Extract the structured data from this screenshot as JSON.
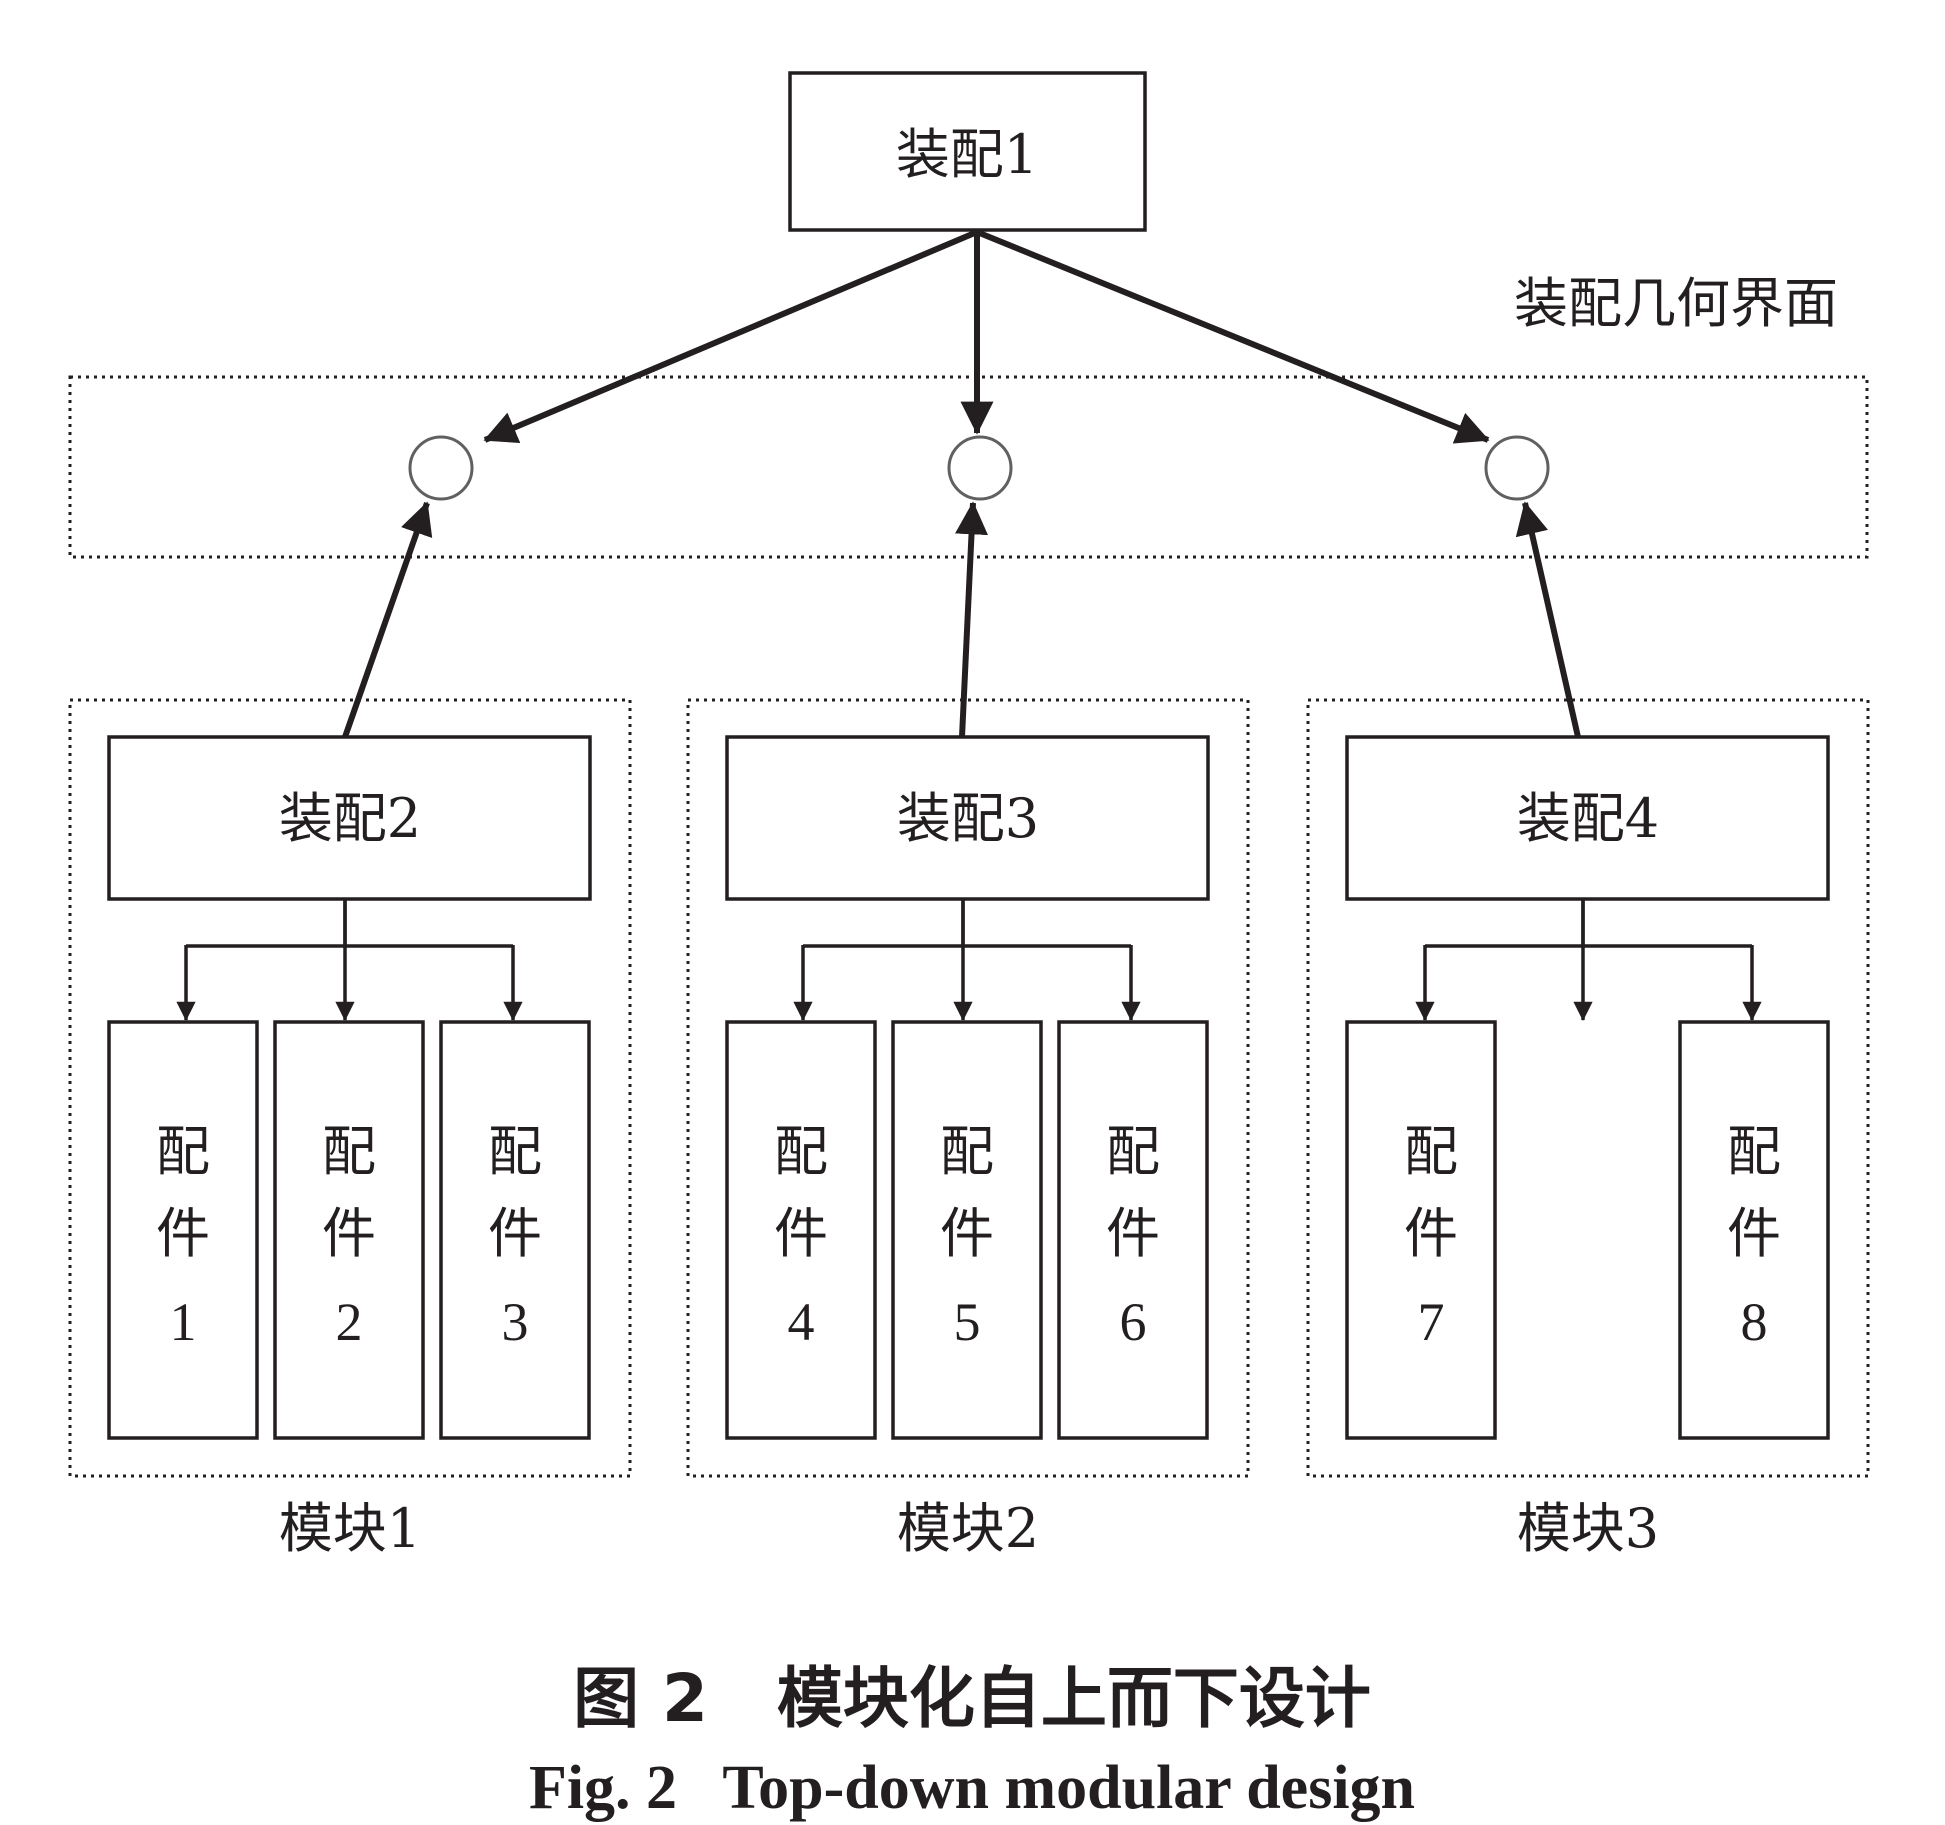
{
  "top_assembly": "装配1",
  "interface_label": "装配几何界面",
  "modules": [
    {
      "assembly": "装配2",
      "name": "模块1",
      "parts": [
        {
          "lines": [
            "配",
            "件",
            "1"
          ]
        },
        {
          "lines": [
            "配",
            "件",
            "2"
          ]
        },
        {
          "lines": [
            "配",
            "件",
            "3"
          ]
        }
      ]
    },
    {
      "assembly": "装配3",
      "name": "模块2",
      "parts": [
        {
          "lines": [
            "配",
            "件",
            "4"
          ]
        },
        {
          "lines": [
            "配",
            "件",
            "5"
          ]
        },
        {
          "lines": [
            "配",
            "件",
            "6"
          ]
        }
      ]
    },
    {
      "assembly": "装配4",
      "name": "模块3",
      "parts": [
        {
          "lines": [
            "配",
            "件",
            "7"
          ]
        },
        {
          "lines": [
            "配",
            "件",
            "8"
          ]
        }
      ]
    }
  ],
  "caption": {
    "chinese": "图 2   模块化自上而下设计",
    "english": "Fig. 2   Top-down modular design"
  },
  "colors": {
    "ink": "#231f20",
    "node_stroke": "#606060"
  }
}
